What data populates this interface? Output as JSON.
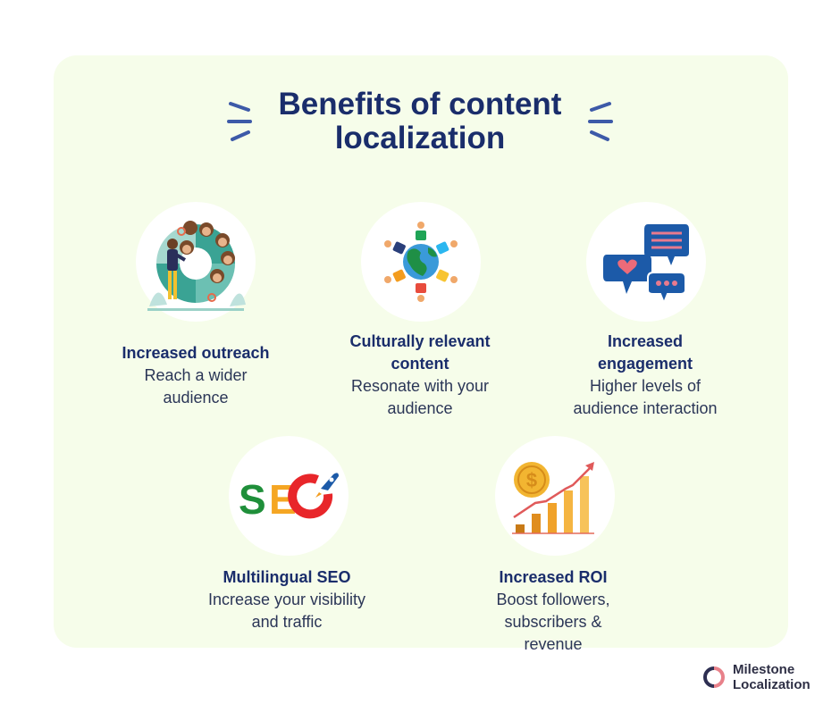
{
  "title": "Benefits of content localization",
  "colors": {
    "panel_bg": "#f6fdea",
    "title": "#1a2d6b",
    "accent_dashes": "#3d5aa8",
    "brand_dark": "#2e2f45",
    "brand_pink": "#e8818a"
  },
  "benefits": [
    {
      "icon": "audience-outreach-illustration",
      "title": "Increased outreach",
      "description": "Reach a wider audience"
    },
    {
      "icon": "globe-people-icon",
      "title": "Culturally relevant content",
      "description": "Resonate with your audience"
    },
    {
      "icon": "chat-bubbles-icon",
      "title": "Increased engagement",
      "description": "Higher levels of audience interaction"
    },
    {
      "icon": "seo-rocket-icon",
      "title": "Multilingual SEO",
      "description": "Increase your visibility and traffic",
      "icon_text": "SEO"
    },
    {
      "icon": "growth-chart-dollar-icon",
      "title": "Increased ROI",
      "description": "Boost followers, subscribers & revenue"
    }
  ],
  "brand": {
    "line1": "Milestone",
    "line2": "Localization"
  }
}
